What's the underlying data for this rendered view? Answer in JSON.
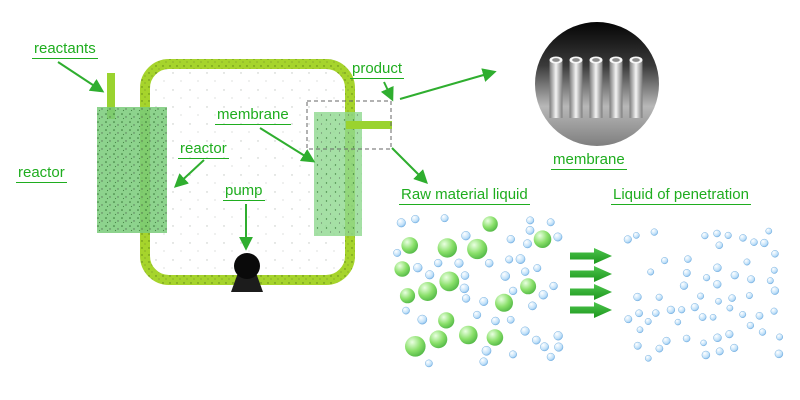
{
  "diagram": {
    "labels": {
      "reactants": "reactants",
      "reactor_left": "reactor",
      "reactor_mid": "reactor",
      "membrane_loop": "membrane",
      "pump": "pump",
      "product": "product",
      "membrane_circle": "membrane",
      "raw_liquid": "Raw material liquid",
      "penetration": "Liquid of penetration"
    },
    "colors": {
      "label_green": "#1fad1f",
      "arrow_green": "#2fae2f",
      "loop_lime": "#a6d42c",
      "pipe_lime": "#9ad32f",
      "reactor_fill": "#79cb79",
      "membrane_fill": "#8ed88e",
      "block_arrow_green": "#2fae2f",
      "sphere_green": "#55c855",
      "sphere_blue": "#5aabee",
      "pump_black": "#0a0a0a"
    },
    "particles": {
      "raw": {
        "green_count": 16,
        "blue_count": 44
      },
      "penetration": {
        "blue_count": 62
      },
      "block_arrow_count": 4
    }
  }
}
